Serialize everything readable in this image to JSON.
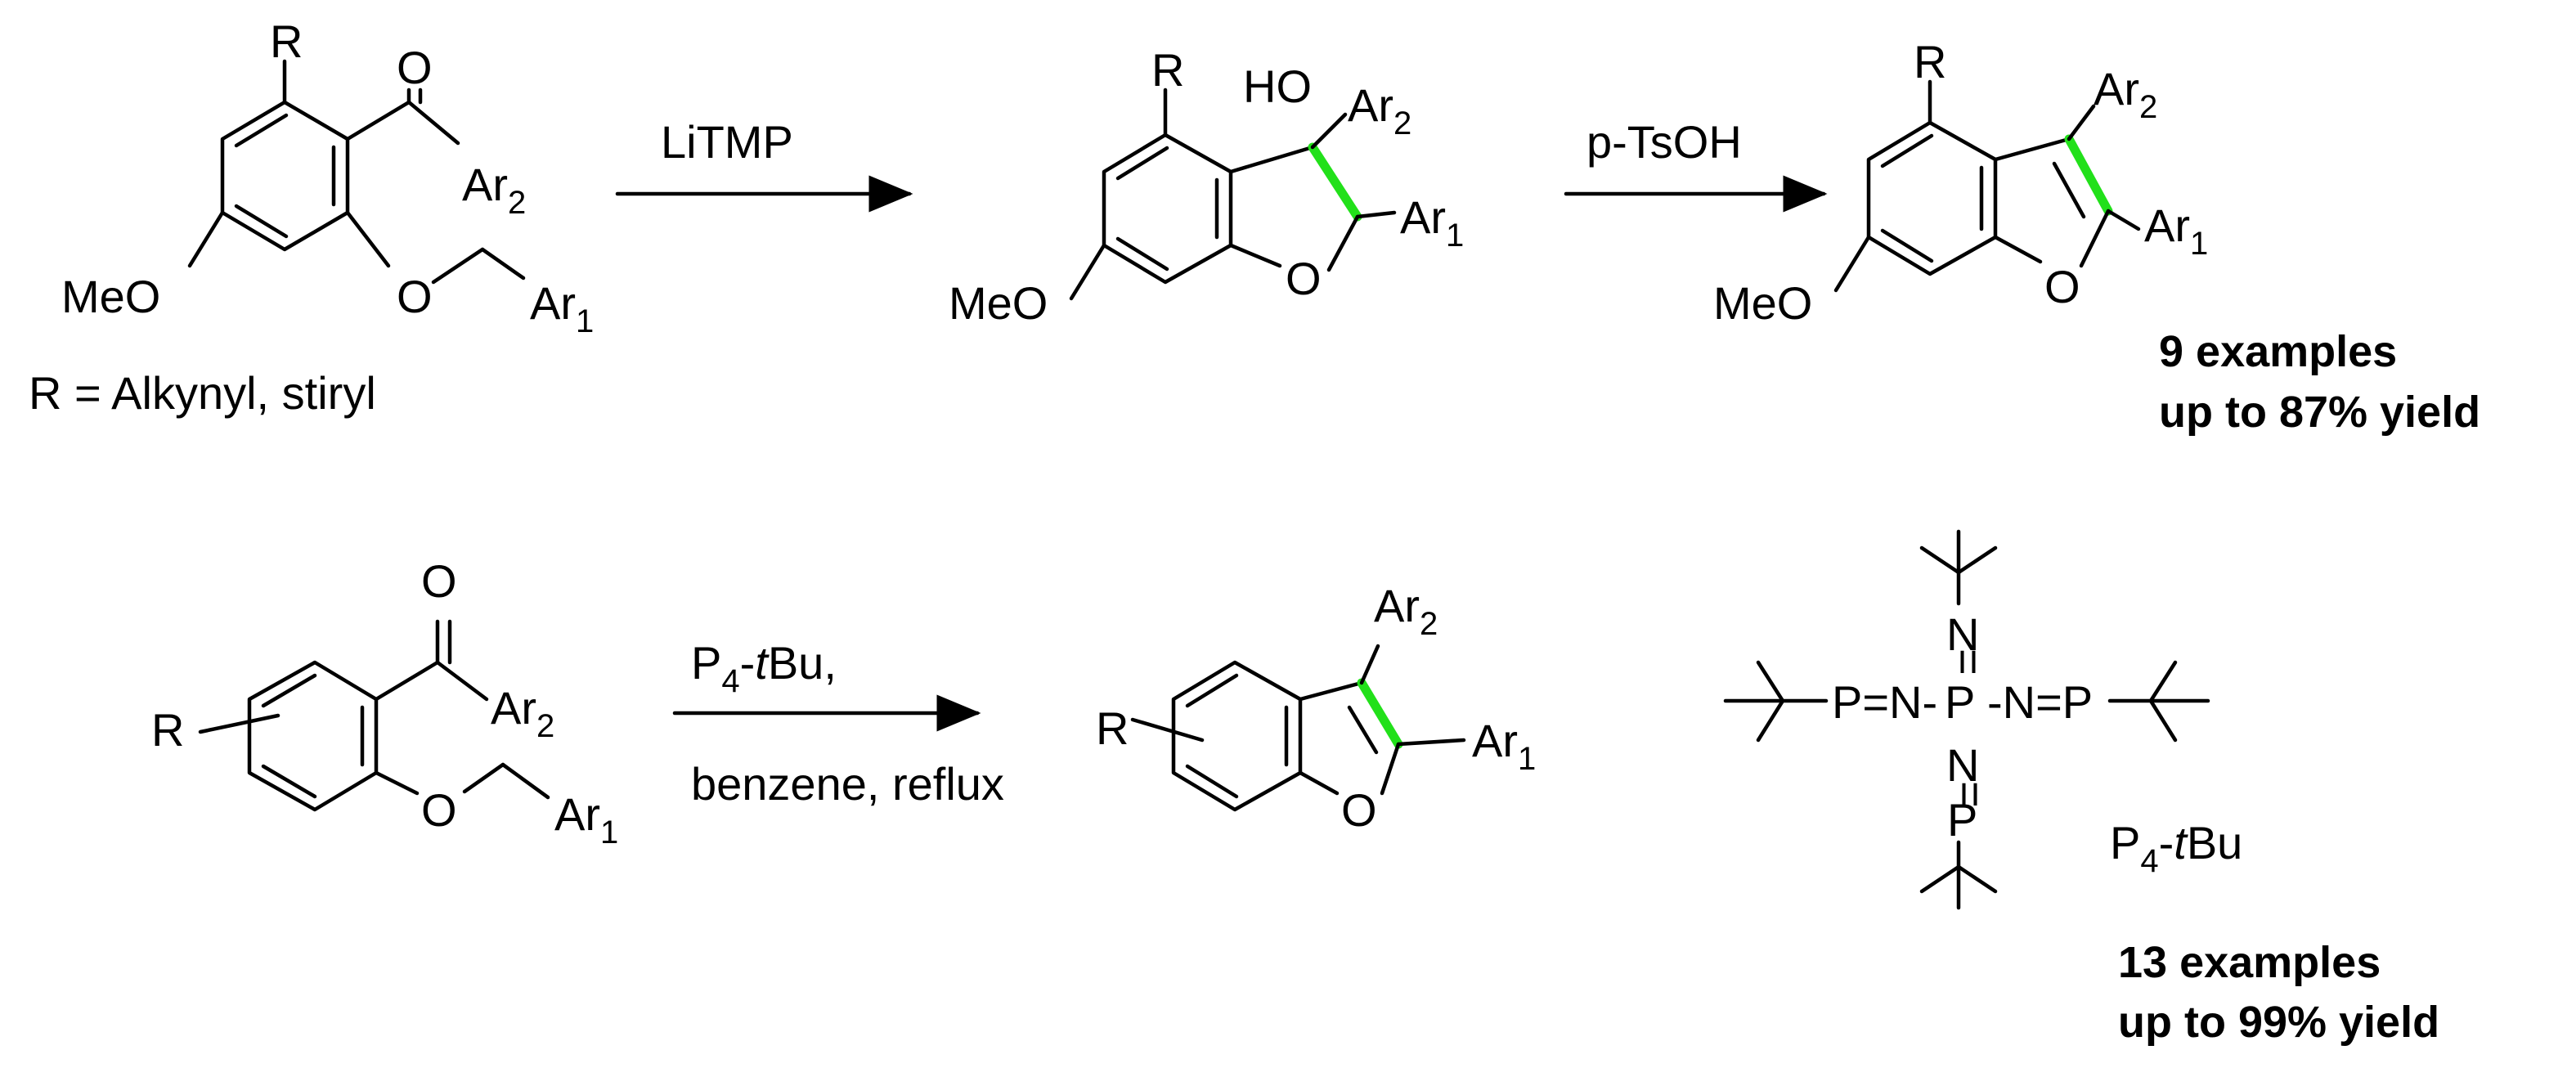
{
  "atoms": {
    "r": "R",
    "o": "O",
    "ho": "HO",
    "meo": "MeO",
    "ar": "Ar",
    "sub1": "1",
    "sub2": "2",
    "p": "P",
    "n": "N",
    "eq_p_n": "P=N-",
    "eq_n_p": "-N=P",
    "eq": "=",
    "four": "4",
    "t": "t",
    "bu": "Bu",
    "dash": "-"
  },
  "row1": {
    "r_def": "R =  Alkynyl, stiryl",
    "reagent1": "LiTMP",
    "reagent2": "p-TsOH",
    "examples": "9 examples",
    "yield": "up to 87% yield"
  },
  "row2": {
    "reagent_tail": "Bu,",
    "conditions": "benzene, reflux",
    "examples": "13 examples",
    "yield": "up to 99% yield"
  },
  "colors": {
    "highlight_bond": "#22e01a",
    "ink": "#000000",
    "background": "#ffffff"
  }
}
